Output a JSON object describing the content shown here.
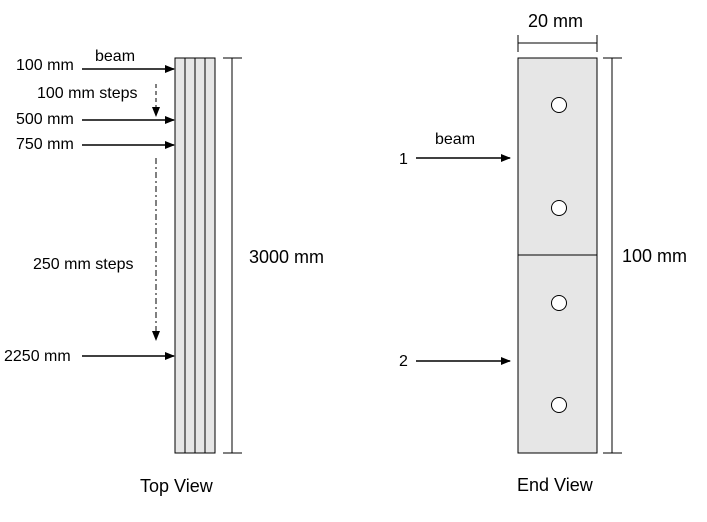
{
  "colors": {
    "panel_fill": "#e6e6e6",
    "stroke": "#000000",
    "background": "#ffffff"
  },
  "top_view": {
    "caption": "Top View",
    "beam_label": "beam",
    "length_label": "3000 mm",
    "positions": [
      "100 mm",
      "500 mm",
      "750 mm",
      "2250 mm"
    ],
    "step_labels": [
      "100 mm steps",
      "250 mm steps"
    ]
  },
  "end_view": {
    "caption": "End View",
    "beam_label": "beam",
    "width_label": "20 mm",
    "height_label": "100 mm",
    "beam_numbers": [
      "1",
      "2"
    ]
  }
}
